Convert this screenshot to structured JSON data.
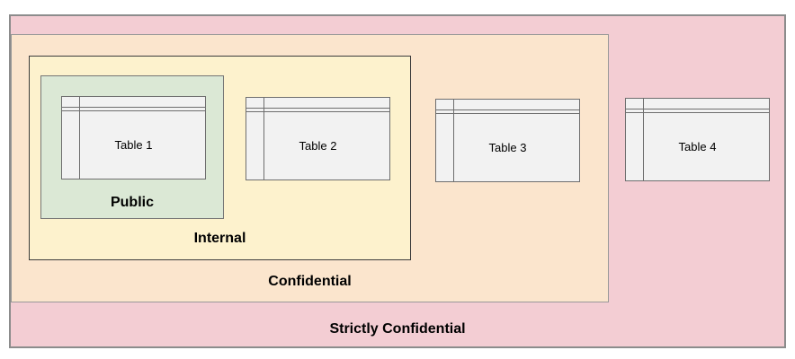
{
  "diagram": {
    "type": "nested-data-classification-zones",
    "zones": [
      {
        "id": "strictly-confidential",
        "label": "Strictly Confidential",
        "fill": "#f3cdd3",
        "border": "#8c8c8c"
      },
      {
        "id": "confidential",
        "label": "Confidential",
        "fill": "#fbe5cd",
        "border": "#999999"
      },
      {
        "id": "internal",
        "label": "Internal",
        "fill": "#fdf2cd",
        "border": "#3b3b3b"
      },
      {
        "id": "public",
        "label": "Public",
        "fill": "#dbe8d5",
        "border": "#757575"
      }
    ],
    "tables": [
      {
        "label": "Table 1",
        "zone": "public"
      },
      {
        "label": "Table 2",
        "zone": "internal"
      },
      {
        "label": "Table 3",
        "zone": "confidential"
      },
      {
        "label": "Table 4",
        "zone": "strictly-confidential"
      }
    ],
    "table_style": {
      "fill": "#f2f2f2",
      "border": "#6e6e6e",
      "text_color": "#000000"
    }
  }
}
